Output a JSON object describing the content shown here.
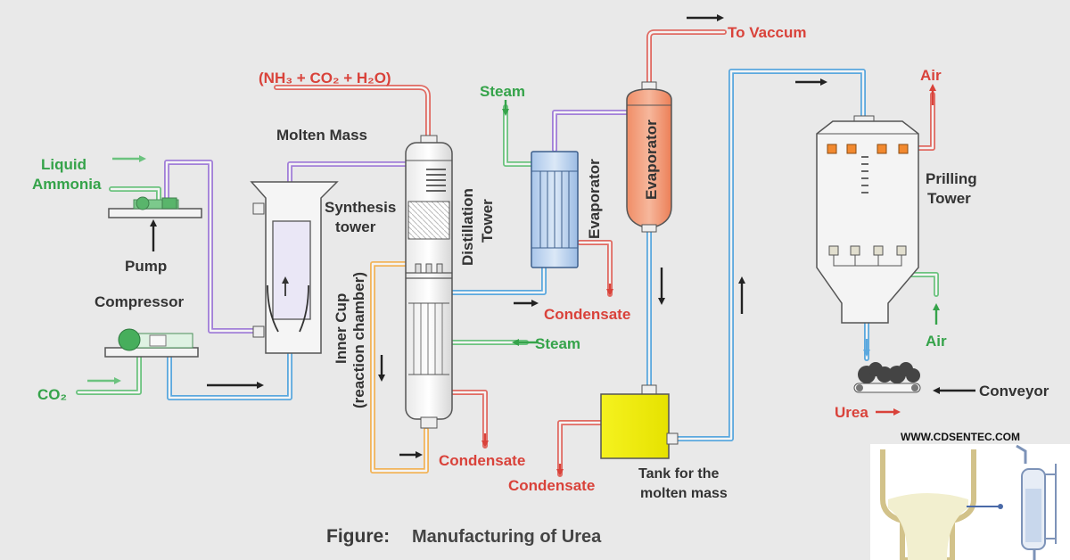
{
  "labels": {
    "liquid_ammonia_1": "Liquid",
    "liquid_ammonia_2": "Ammonia",
    "pump": "Pump",
    "compressor": "Compressor",
    "co2": "CO₂",
    "gas_mix": "(NH₃ + CO₂ + H₂O)",
    "molten_mass": "Molten Mass",
    "synthesis_1": "Synthesis",
    "synthesis_2": "tower",
    "inner_cup_1": "Inner Cup",
    "inner_cup_2": "(reaction chamber)",
    "distillation_1": "Distillation",
    "distillation_2": "Tower",
    "steam_top": "Steam",
    "steam_mid": "Steam",
    "evaporator_hx": "Evaporator",
    "evaporator_vessel": "Evaporator",
    "condensate_hx": "Condensate",
    "condensate_dist": "Condensate",
    "condensate_tank": "Condensate",
    "to_vaccum": "To Vaccum",
    "tank_1": "Tank for the",
    "tank_2": "molten mass",
    "air_top": "Air",
    "air_bottom": "Air",
    "prilling_1": "Prilling",
    "prilling_2": "Tower",
    "conveyor": "Conveyor",
    "urea": "Urea"
  },
  "caption": {
    "prefix": "Figure:",
    "text": "Manufacturing of Urea"
  },
  "watermark": "WWW.CDSENTEC.COM",
  "colors": {
    "red_pipe": "#e06a62",
    "blue_pipe": "#5ba8de",
    "purple_pipe": "#a27fd8",
    "green_pipe": "#6cc37f",
    "orange_pipe": "#f2b45a",
    "tank_fill": "#f3f000",
    "evaporator_fill": "#f3a27a",
    "hx_fill": "#c9dcf2"
  }
}
